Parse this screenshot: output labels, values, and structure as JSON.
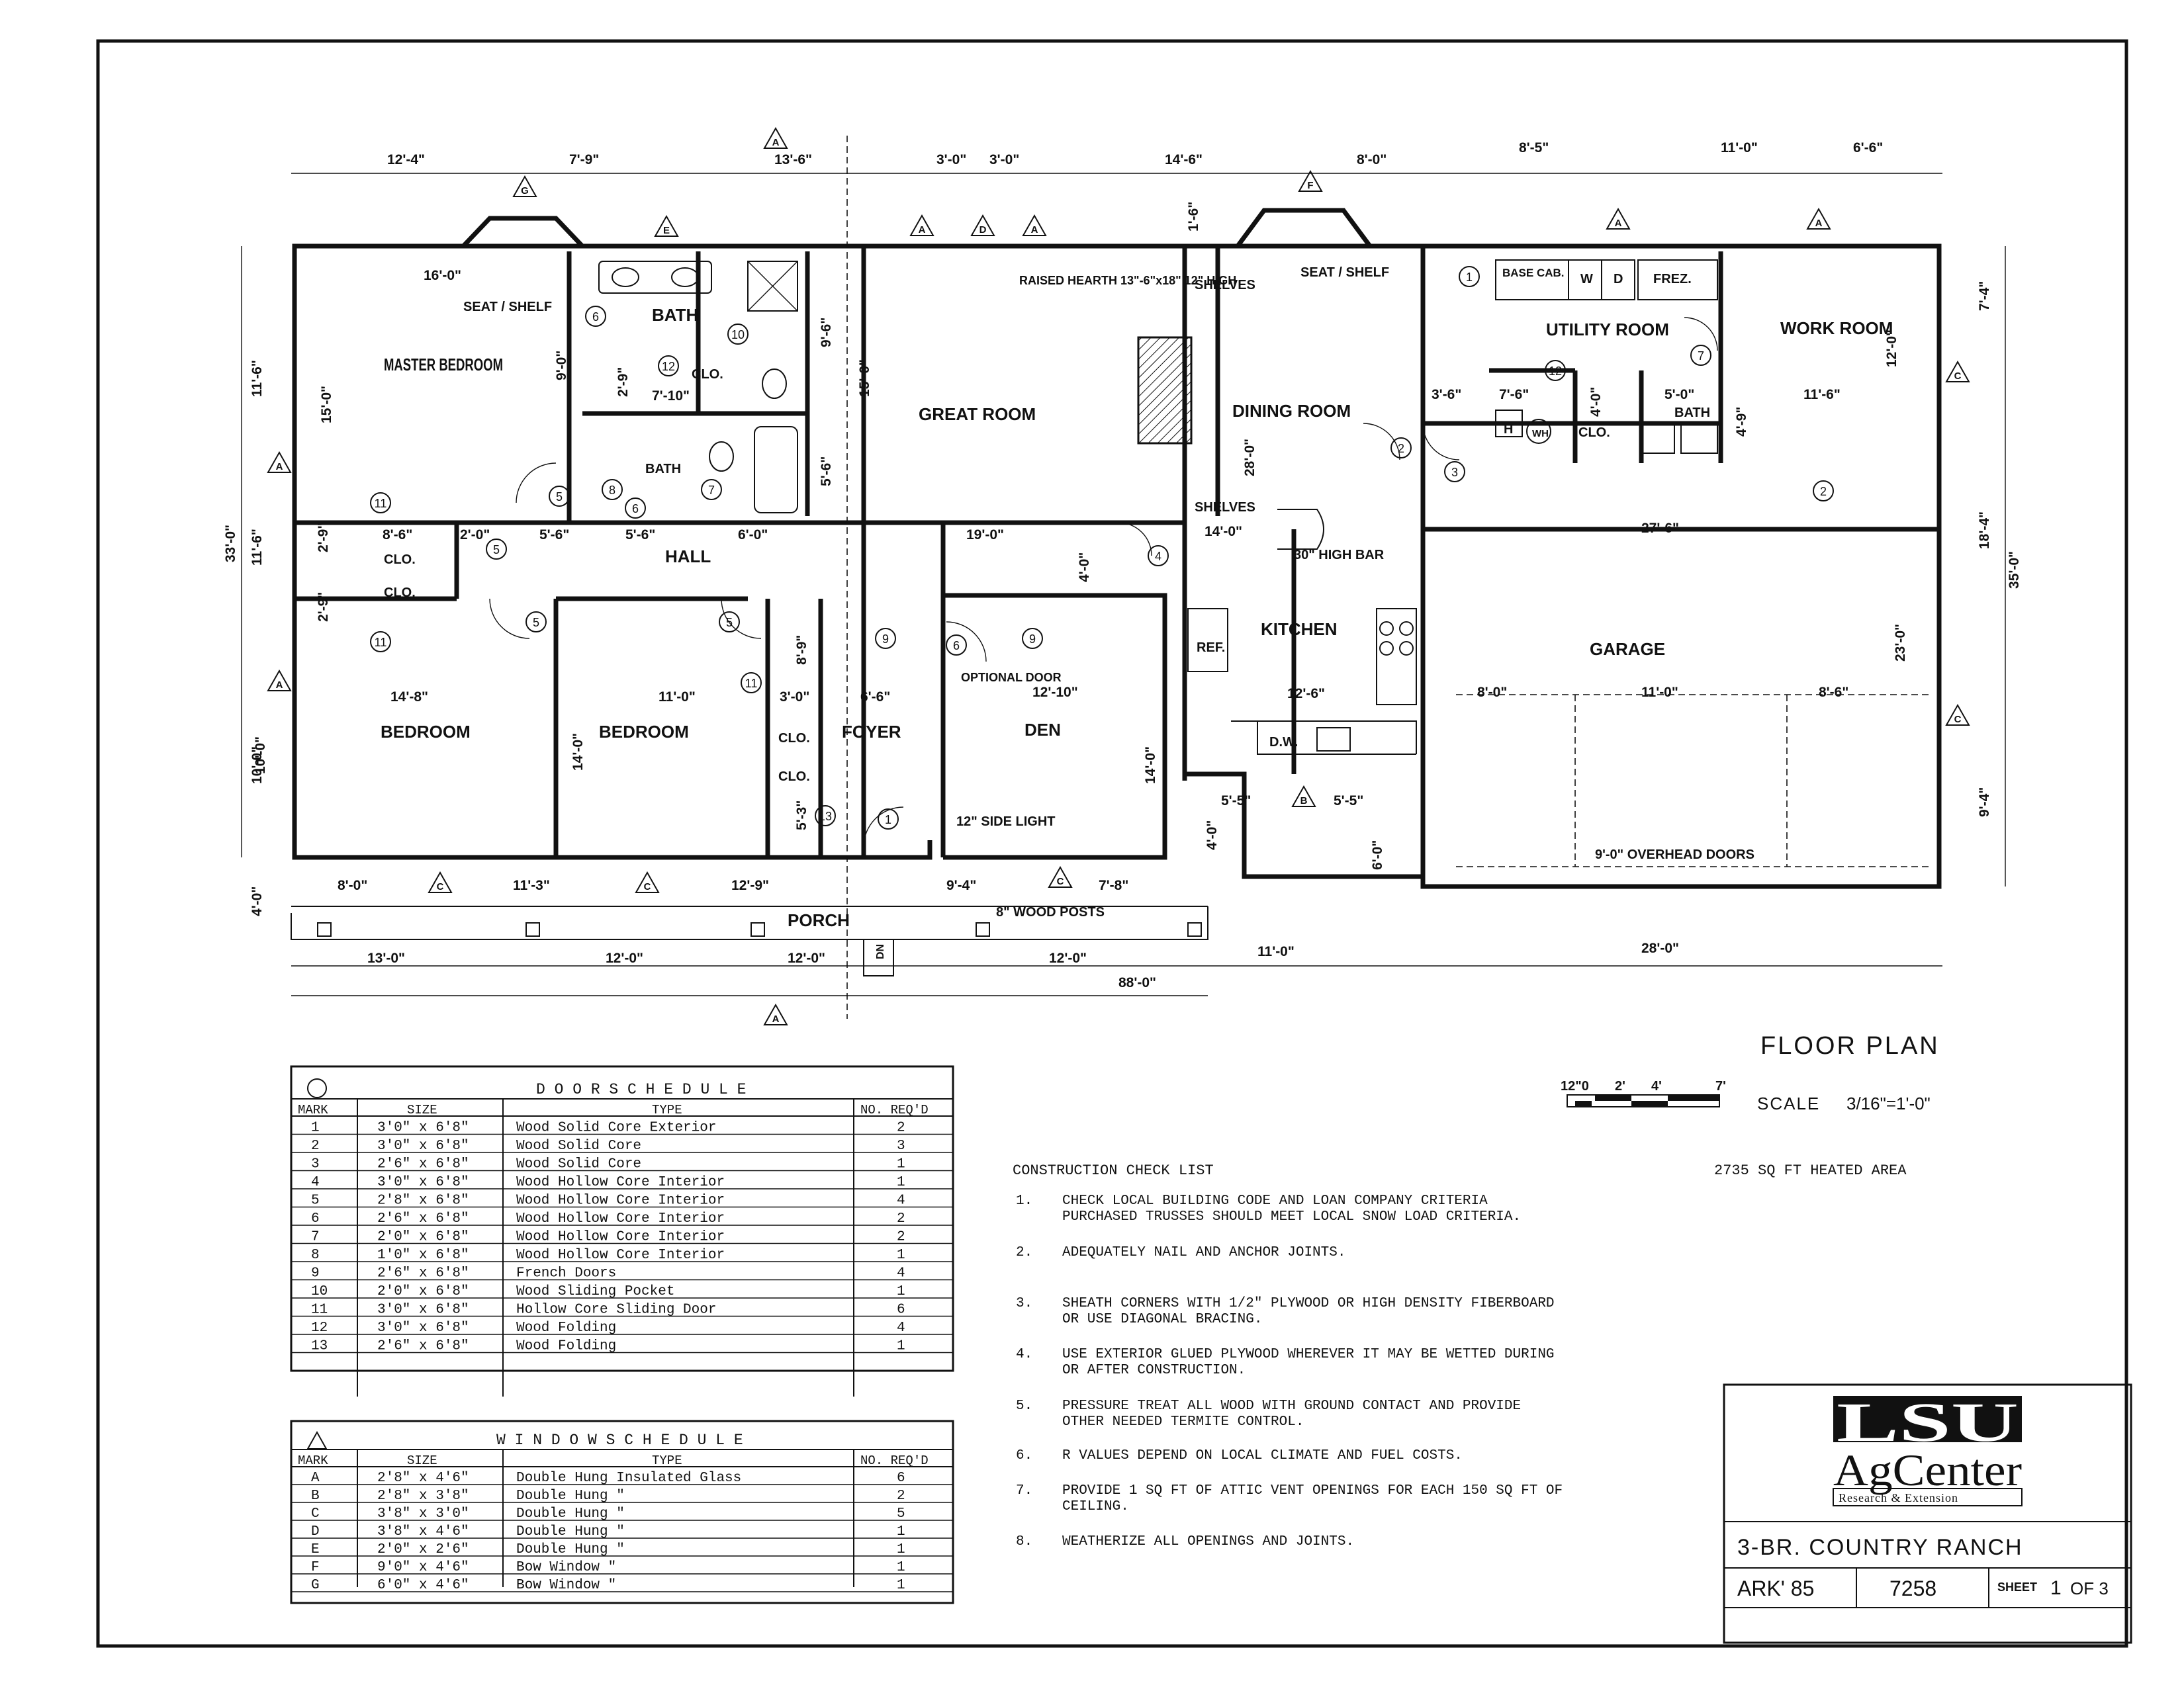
{
  "title": {
    "main": "FLOOR PLAN",
    "scale_label": "SCALE",
    "scale_value": "3/16\"=1'-0\"",
    "scale_bar_ticks": [
      "12\"0",
      "2'",
      "4'",
      "7'"
    ],
    "area": "2735 SQ FT HEATED AREA"
  },
  "rooms": {
    "master_bedroom": "MASTER BEDROOM",
    "bath": "BATH",
    "great_room": "GREAT ROOM",
    "dining_room": "DINING ROOM",
    "utility_room": "UTILITY ROOM",
    "work_room": "WORK ROOM",
    "hall": "HALL",
    "kitchen": "KITCHEN",
    "garage": "GARAGE",
    "bedroom": "BEDROOM",
    "foyer": "FOYER",
    "den": "DEN",
    "porch": "PORCH",
    "clo": "CLO.",
    "ref": "REF.",
    "dw": "D.W.",
    "base_cab": "BASE CAB.",
    "w": "W",
    "d": "D",
    "frez": "FREZ.",
    "h": "H",
    "wh": "WH",
    "dn": "DN"
  },
  "notes": {
    "seat_shelf": "SEAT / SHELF",
    "raised_hearth": "RAISED HEARTH 13\"-6\"x18\" 12\" HIGH",
    "shelves": "SHELVES",
    "high_bar": "30\" HIGH BAR",
    "optional_door": "OPTIONAL DOOR",
    "side_light": "12\" SIDE LIGHT",
    "wood_posts": "8\" WOOD POSTS",
    "overhead_doors": "9'-0\" OVERHEAD DOORS"
  },
  "dimensions": {
    "top": [
      "12'-4\"",
      "7'-9\"",
      "13'-6\"",
      "3'-0\"",
      "3'-0\"",
      "14'-6\"",
      "8'-0\"",
      "8'-5\"",
      "11'-0\"",
      "6'-6\""
    ],
    "bottom_row1": [
      "8'-0\"",
      "11'-3\"",
      "12'-9\"",
      "9'-4\"",
      "7'-8\""
    ],
    "bottom_row2": [
      "13'-0\"",
      "12'-0\"",
      "12'-0\"",
      "12'-0\"",
      "11'-0\"",
      "28'-0\""
    ],
    "overall": "88'-0\"",
    "left": [
      "11'-6\"",
      "11'-6\"",
      "10'-0\"",
      "4'-0\"",
      "33'-0\""
    ],
    "right": [
      "7'-4\"",
      "18'-4\"",
      "9'-4\"",
      "35'-0\""
    ],
    "interior": [
      "16'-0\"",
      "15'-0\"",
      "9'-0\"",
      "2'-9\"",
      "7'-10\"",
      "9'-6\"",
      "15'-0\"",
      "5'-6\"",
      "8'-6\"",
      "2'-9\"",
      "2'-0\"",
      "5'-6\"",
      "5'-6\"",
      "6'-0\"",
      "19'-0\"",
      "4'-0\"",
      "14'-0\"",
      "28'-0\"",
      "2'-9\"",
      "14'-8\"",
      "11'-0\"",
      "8'-9\"",
      "3'-0\"",
      "6'-6\"",
      "12'-10\"",
      "14'-0\"",
      "10'-0\"",
      "14'-0\"",
      "5'-3\"",
      "12'-6\"",
      "5'-5\"",
      "5'-5\"",
      "4'-0\"",
      "6'-0\"",
      "3'-6\"",
      "7'-6\"",
      "4'-0\"",
      "5'-0\"",
      "11'-6\"",
      "4'-9\"",
      "12'-0\"",
      "27'-6\"",
      "8'-0\"",
      "11'-0\"",
      "8'-6\"",
      "23'-0\"",
      "1'-6\""
    ]
  },
  "door_schedule": {
    "title": "D O O R   S C H E D U L E",
    "headers": [
      "MARK",
      "SIZE",
      "TYPE",
      "NO. REQ'D"
    ],
    "rows": [
      [
        "1",
        "3'0\" x 6'8\"",
        "Wood Solid Core Exterior",
        "2"
      ],
      [
        "2",
        "3'0\" x 6'8\"",
        "Wood Solid Core",
        "3"
      ],
      [
        "3",
        "2'6\" x 6'8\"",
        "Wood Solid Core",
        "1"
      ],
      [
        "4",
        "3'0\" x 6'8\"",
        "Wood Hollow Core Interior",
        "1"
      ],
      [
        "5",
        "2'8\" x 6'8\"",
        "Wood Hollow Core Interior",
        "4"
      ],
      [
        "6",
        "2'6\" x 6'8\"",
        "Wood Hollow Core Interior",
        "2"
      ],
      [
        "7",
        "2'0\" x 6'8\"",
        "Wood Hollow Core Interior",
        "2"
      ],
      [
        "8",
        "1'0\" x 6'8\"",
        "Wood Hollow Core Interior",
        "1"
      ],
      [
        "9",
        "2'6\" x 6'8\"",
        "French Doors",
        "4"
      ],
      [
        "10",
        "2'0\" x 6'8\"",
        "Wood Sliding Pocket",
        "1"
      ],
      [
        "11",
        "3'0\" x 6'8\"",
        "Hollow Core Sliding Door",
        "6"
      ],
      [
        "12",
        "3'0\" x 6'8\"",
        "Wood Folding",
        "4"
      ],
      [
        "13",
        "2'6\" x 6'8\"",
        "Wood Folding",
        "1"
      ]
    ]
  },
  "window_schedule": {
    "title": "W I N D O W   S C H E D U L E",
    "headers": [
      "MARK",
      "SIZE",
      "TYPE",
      "NO. REQ'D"
    ],
    "rows": [
      [
        "A",
        "2'8\" x 4'6\"",
        "Double Hung   Insulated Glass",
        "6"
      ],
      [
        "B",
        "2'8\" x 3'8\"",
        "Double Hung        \"",
        "2"
      ],
      [
        "C",
        "3'8\" x 3'0\"",
        "Double Hung        \"",
        "5"
      ],
      [
        "D",
        "3'8\" x 4'6\"",
        "Double Hung        \"",
        "1"
      ],
      [
        "E",
        "2'0\" x 2'6\"",
        "Double Hung        \"",
        "1"
      ],
      [
        "F",
        "9'0\" x 4'6\"",
        "Bow Window         \"",
        "1"
      ],
      [
        "G",
        "6'0\" x 4'6\"",
        "Bow Window         \"",
        "1"
      ]
    ]
  },
  "checklist": {
    "title": "CONSTRUCTION CHECK LIST",
    "items": [
      [
        "1.",
        "CHECK LOCAL BUILDING CODE AND LOAN COMPANY CRITERIA",
        "PURCHASED TRUSSES SHOULD MEET LOCAL SNOW LOAD CRITERIA."
      ],
      [
        "2.",
        "ADEQUATELY NAIL AND ANCHOR JOINTS.",
        ""
      ],
      [
        "3.",
        "SHEATH CORNERS WITH 1/2\" PLYWOOD OR HIGH DENSITY FIBERBOARD",
        "OR USE DIAGONAL BRACING."
      ],
      [
        "4.",
        "USE EXTERIOR GLUED PLYWOOD WHEREVER IT MAY BE WETTED DURING",
        "OR AFTER CONSTRUCTION."
      ],
      [
        "5.",
        "PRESSURE  TREAT  ALL WOOD WITH GROUND CONTACT  AND  PROVIDE",
        "OTHER NEEDED TERMITE CONTROL."
      ],
      [
        "6.",
        "R VALUES DEPEND ON LOCAL CLIMATE AND FUEL COSTS.",
        ""
      ],
      [
        "7.",
        "PROVIDE 1 SQ FT OF ATTIC VENT OPENINGS FOR EACH 150 SQ FT OF",
        "CEILING."
      ],
      [
        "8.",
        "WEATHERIZE ALL OPENINGS AND JOINTS.",
        ""
      ]
    ]
  },
  "title_block": {
    "logo_main": "LSU",
    "logo_sub": "AgCenter",
    "logo_tag": "Research & Extension",
    "project": "3-BR.  COUNTRY  RANCH",
    "code": "ARK' 85",
    "number": "7258",
    "sheet_label": "SHEET",
    "sheet_num": "1",
    "sheet_of": "OF 3"
  }
}
